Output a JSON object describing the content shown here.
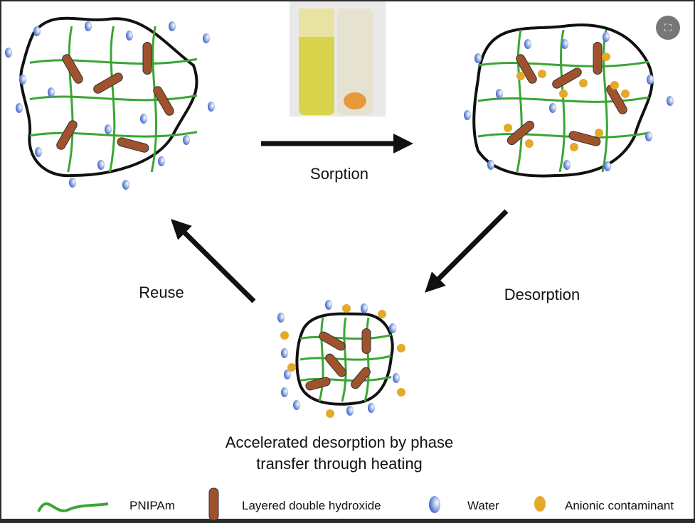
{
  "diagram": {
    "labels": {
      "sorption": "Sorption",
      "desorption": "Desorption",
      "reuse": "Reuse",
      "caption_line1": "Accelerated desorption by phase",
      "caption_line2": "transfer through heating"
    },
    "legend": [
      {
        "label": "PNIPAm",
        "icon": "green-wavy-line"
      },
      {
        "label": "Layered double hydroxide",
        "icon": "brown-rod"
      },
      {
        "label": "Water",
        "icon": "blue-dot"
      },
      {
        "label": "Anionic contaminant",
        "icon": "orange-dot"
      }
    ],
    "colors": {
      "pnipam": "#3aa635",
      "ldh": "#a0522d",
      "water": "#4a6fd0",
      "contaminant": "#e5a92a"
    }
  },
  "viewer": {
    "close_icon": "fullscreen-exit-icon"
  }
}
